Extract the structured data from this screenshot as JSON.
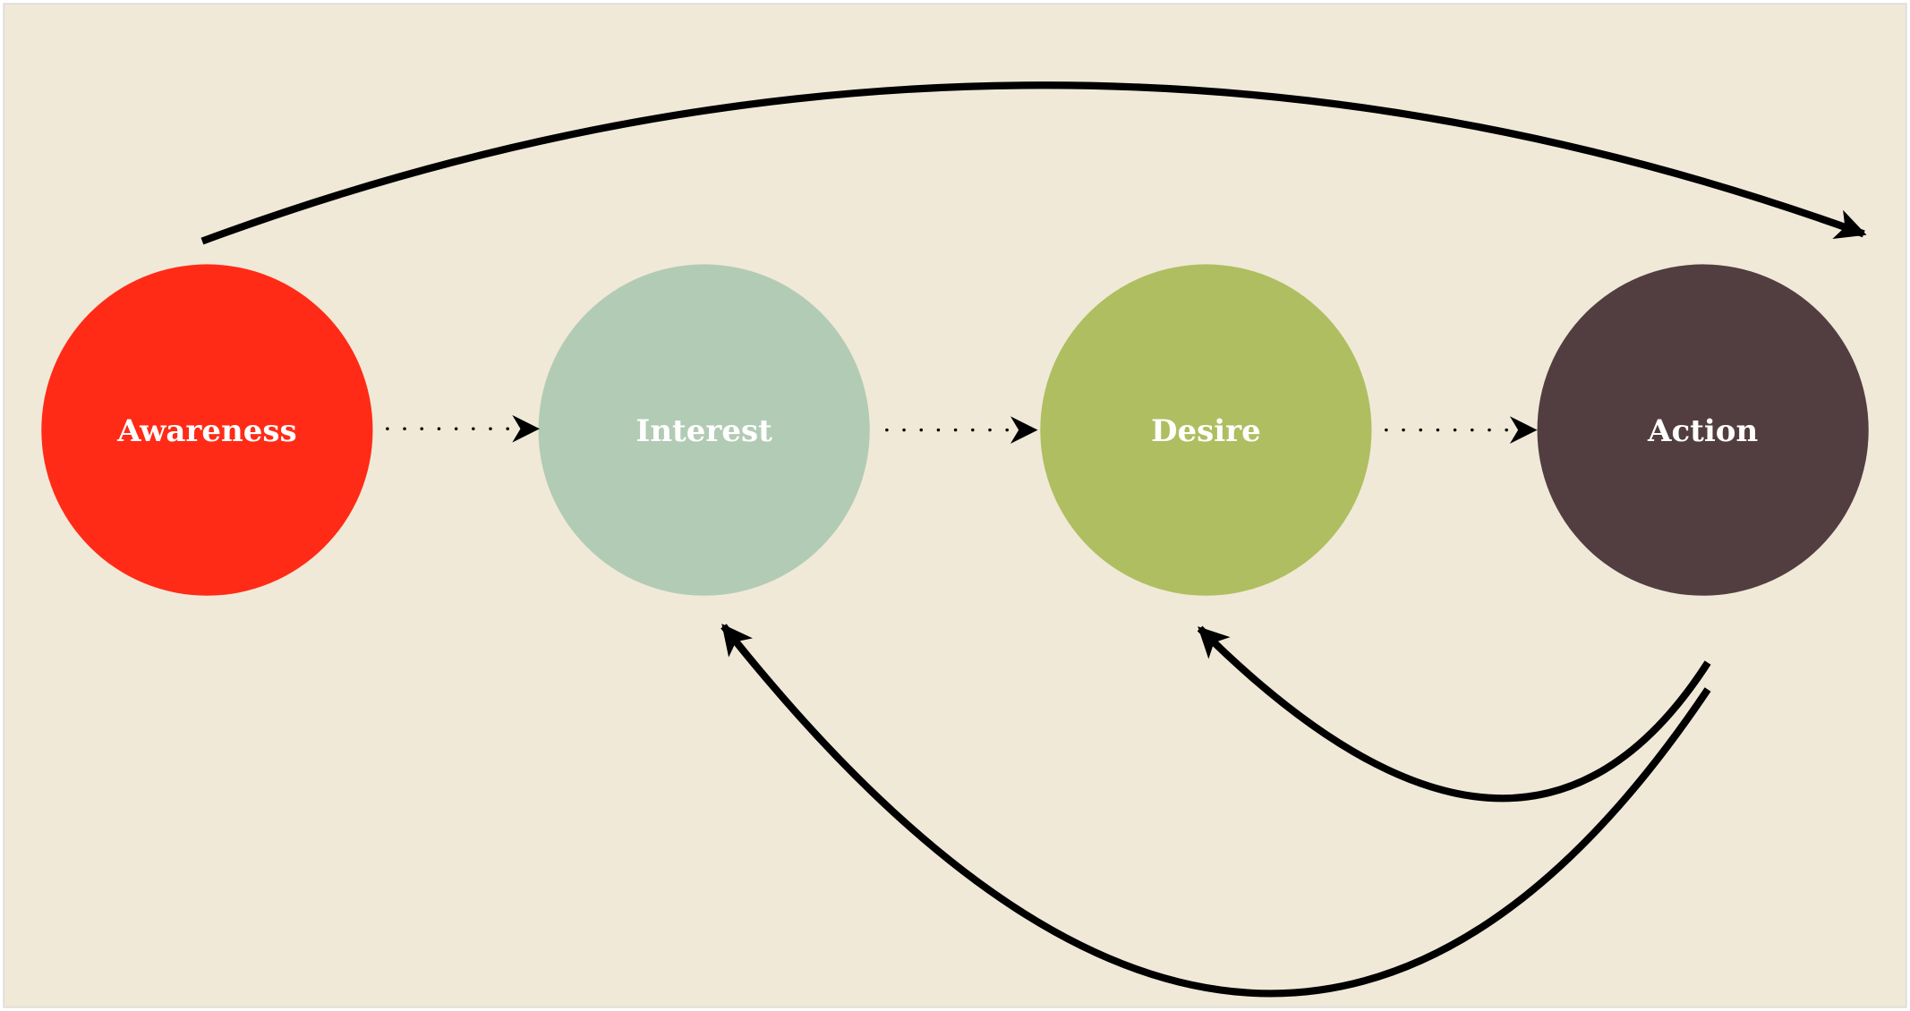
{
  "title": "AIDA model",
  "colors": {
    "background": "#f0e9d8",
    "awareness": "#ff2b17",
    "interest": "#b2cbb5",
    "desire": "#afbe60",
    "action": "#523e40",
    "arrow": "#000000"
  },
  "stages": [
    {
      "label": "Awareness"
    },
    {
      "label": "Interest"
    },
    {
      "label": "Desire"
    },
    {
      "label": "Action"
    }
  ],
  "connections": [
    {
      "from": "Awareness",
      "to": "Interest",
      "style": "dotted"
    },
    {
      "from": "Interest",
      "to": "Desire",
      "style": "dotted"
    },
    {
      "from": "Desire",
      "to": "Action",
      "style": "dotted"
    },
    {
      "from": "Awareness",
      "to": "Action",
      "style": "solid"
    },
    {
      "from": "Action",
      "to": "Desire",
      "style": "solid"
    },
    {
      "from": "Action",
      "to": "Interest",
      "style": "solid"
    }
  ]
}
